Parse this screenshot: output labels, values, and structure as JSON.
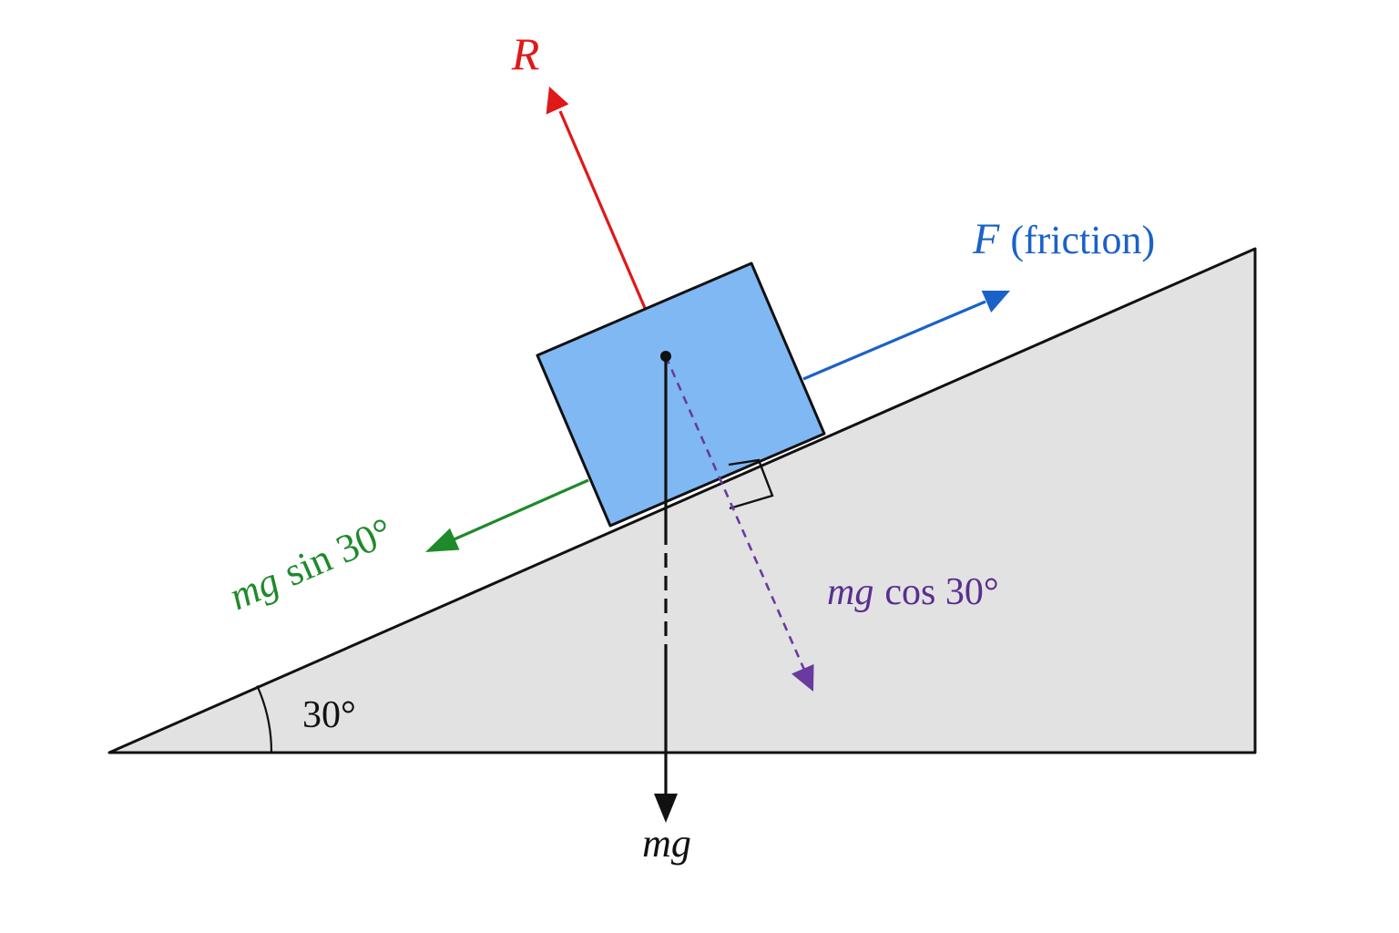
{
  "colors": {
    "background": "#ffffff",
    "incline_fill": "#e2e2e2",
    "block_fill": "#80b8f4",
    "reaction": "#e01818",
    "friction": "#1a62c8",
    "component_parallel": "#1e8a2a",
    "component_perpendicular": "#6a3a9e",
    "weight": "#111111"
  },
  "incline": {
    "angle_label": "30°"
  },
  "forces": {
    "reaction": {
      "symbol": "R"
    },
    "friction": {
      "symbol": "F",
      "text": "(friction)"
    },
    "weight": {
      "symbol": "mg"
    },
    "parallel_component": {
      "symbol": "mg",
      "text": "sin 30°"
    },
    "perpendicular_component": {
      "symbol": "mg",
      "text": "cos 30°"
    }
  }
}
